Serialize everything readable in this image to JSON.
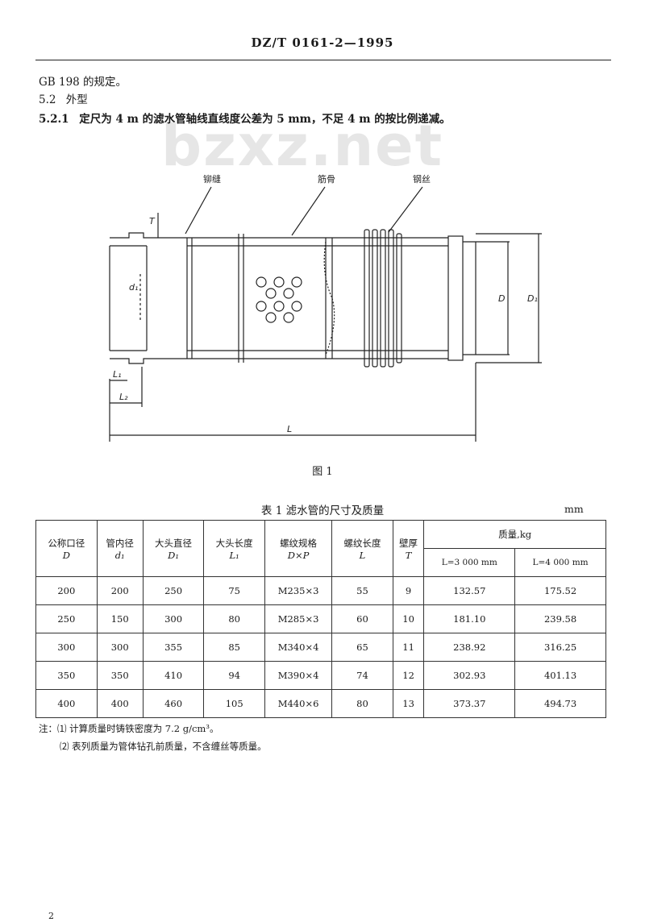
{
  "header": "DZ/T 0161-2—1995",
  "watermark": "bzxz.net",
  "para1": "GB 198 的规定。",
  "sec_num": "5.2",
  "sec_title": "外型",
  "para2_num": "5.2.1",
  "para2": "定尺为 4 m 的滤水管轴线直线度公差为 5 mm，不足 4 m 的按比例递减。",
  "figure": {
    "label_weld": "铆缝",
    "label_rib": "筋骨",
    "label_wire": "钢丝",
    "dim_T": "T",
    "dim_d1": "d₁",
    "dim_D": "D",
    "dim_D1": "D₁",
    "dim_L1": "L₁",
    "dim_L2": "L₂",
    "dim_L": "L",
    "caption": "图 1"
  },
  "table": {
    "title": "表 1   滤水管的尺寸及质量",
    "unit": "mm",
    "headers": [
      {
        "name": "公称口径",
        "sym": "D"
      },
      {
        "name": "管内径",
        "sym": "d₁"
      },
      {
        "name": "大头直径",
        "sym": "D₁"
      },
      {
        "name": "大头长度",
        "sym": "L₁"
      },
      {
        "name": "螺纹规格",
        "sym": "D×P"
      },
      {
        "name": "螺纹长度",
        "sym": "L"
      },
      {
        "name": "壁厚",
        "sym": "T"
      }
    ],
    "mass_header": "质量,kg",
    "mass_sub": [
      "L=3 000 mm",
      "L=4 000 mm"
    ],
    "rows": [
      [
        "200",
        "200",
        "250",
        "75",
        "M235×3",
        "55",
        "9",
        "132.57",
        "175.52"
      ],
      [
        "250",
        "150",
        "300",
        "80",
        "M285×3",
        "60",
        "10",
        "181.10",
        "239.58"
      ],
      [
        "300",
        "300",
        "355",
        "85",
        "M340×4",
        "65",
        "11",
        "238.92",
        "316.25"
      ],
      [
        "350",
        "350",
        "410",
        "94",
        "M390×4",
        "74",
        "12",
        "302.93",
        "401.13"
      ],
      [
        "400",
        "400",
        "460",
        "105",
        "M440×6",
        "80",
        "13",
        "373.37",
        "494.73"
      ]
    ]
  },
  "notes": [
    "注：⑴ 计算质量时铸铁密度为 7.2 g/cm³。",
    "⑵ 表列质量为管体钻孔前质量，不含缠丝等质量。"
  ],
  "page_number": "2"
}
